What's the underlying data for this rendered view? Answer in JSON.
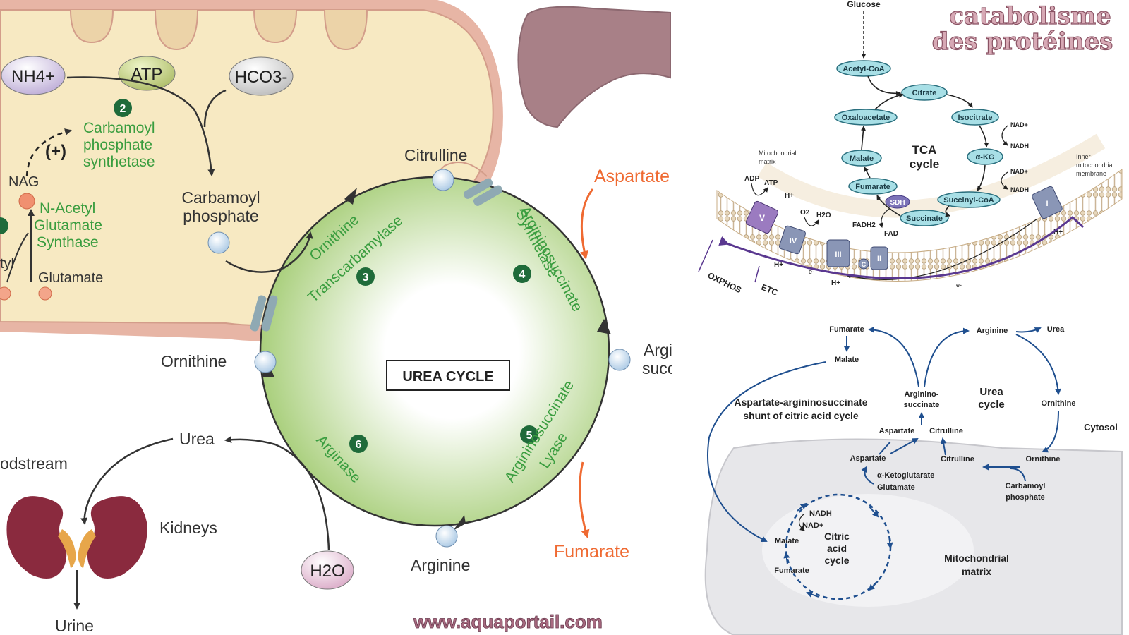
{
  "header": {
    "title_line1": "catabolisme",
    "title_line2": "des protéines"
  },
  "footer": {
    "watermark": "www.aquaportail.com"
  },
  "left_panel": {
    "nh4": "NH4+",
    "atp": "ATP",
    "hco3": "HCO3-",
    "enzyme2_num": "2",
    "enzyme2_line1": "Carbamoyl",
    "enzyme2_line2": "phosphate",
    "enzyme2_line3": "synthetase",
    "plus": "(+)",
    "nag": "NAG",
    "nags_line1": "N-Acetyl",
    "nags_line2": "Glutamate",
    "nags_line3": "Synthase",
    "glutamate": "Glutamate",
    "acetyl_fragment": "tyl",
    "carbamoyl_line1": "Carbamoyl",
    "carbamoyl_line2": "phosphate",
    "citrulline": "Citrulline",
    "ornithine": "Ornithine",
    "arginine": "Arginine",
    "argsucc_line1": "Argi",
    "argsucc_line2": "succ",
    "aspartate": "Aspartate",
    "fumarate": "Fumarate",
    "urea_cycle_label": "UREA CYCLE",
    "otc_line1": "Ornithine",
    "otc_line2": "Transcarbamylase",
    "ass_line1": "Argininosuccinate",
    "ass_line2": "Synthetase",
    "asl_line1": "Argininosuccinate",
    "asl_line2": "Lyase",
    "arginase": "Arginase",
    "num3": "3",
    "num4": "4",
    "num5": "5",
    "num6": "6",
    "urea": "Urea",
    "bloodstream": "odstream",
    "kidneys": "Kidneys",
    "urine": "Urine",
    "h2o": "H2O"
  },
  "tca_panel": {
    "glucose": "Glucose",
    "acetylcoa": "Acetyl-CoA",
    "citrate": "Citrate",
    "oxaloacetate": "Oxaloacetate",
    "isocitrate": "Isocitrate",
    "malate": "Malate",
    "akg": "α-KG",
    "fumarate": "Fumarate",
    "succinylcoa": "Succinyl-CoA",
    "succinate": "Succinate",
    "sdh": "SDH",
    "tca_line1": "TCA",
    "tca_line2": "cycle",
    "nadp1": "NAD+",
    "nadh1": "NADH",
    "nadp2": "NAD+",
    "nadh2": "NADH",
    "nadp3": "NAD+",
    "nadh3": "NADH",
    "matrix_line1": "Mitochondrial",
    "matrix_line2": "matrix",
    "inner_line1": "Inner",
    "inner_line2": "mitochondrial",
    "inner_line3": "membrane",
    "adp": "ADP",
    "atp": "ATP",
    "hplus": "H+",
    "o2": "O2",
    "h2o": "H2O",
    "fadh2": "FADH2",
    "fad": "FAD",
    "e_minus": "e-",
    "c_label": "C",
    "cV": "V",
    "cIV": "IV",
    "cIII": "III",
    "cII": "II",
    "cI": "I",
    "oxphos": "OXPHOS",
    "etc": "ETC"
  },
  "shunt_panel": {
    "fumarate": "Fumarate",
    "malate": "Malate",
    "arginine": "Arginine",
    "urea": "Urea",
    "shunt_line1": "Aspartate-argininosuccinate",
    "shunt_line2": "shunt of citric acid cycle",
    "argsucc_line1": "Arginino-",
    "argsucc_line2": "succinate",
    "urea_cycle_line1": "Urea",
    "urea_cycle_line2": "cycle",
    "ornithine": "Ornithine",
    "cytosol": "Cytosol",
    "aspartate": "Aspartate",
    "citrulline": "Citrulline",
    "aspartate2": "Aspartate",
    "citrulline2": "Citrulline",
    "ornithine2": "Ornithine",
    "akg": "α-Ketoglutarate",
    "glutamate": "Glutamate",
    "carbamoyl_line1": "Carbamoyl",
    "carbamoyl_line2": "phosphate",
    "nadh": "NADH",
    "nadp": "NAD+",
    "malate2": "Malate",
    "citric_line1": "Citric",
    "citric_line2": "acid",
    "citric_line3": "cycle",
    "fumarate2": "Fumarate",
    "mito_line1": "Mitochondrial",
    "mito_line2": "matrix"
  },
  "colors": {
    "mito_fill": "#f7e9c2",
    "mito_outer": "#e7b5a5",
    "cycle_green": "#a9cf7c",
    "enzyme_green": "#3a9d3f",
    "orange": "#ef6a32",
    "kidney": "#8a2a3e",
    "liver": "#a88087",
    "tca_node": "#a8dfe6",
    "blue_arrow": "#1f4f8f",
    "purple": "#5a3890"
  }
}
